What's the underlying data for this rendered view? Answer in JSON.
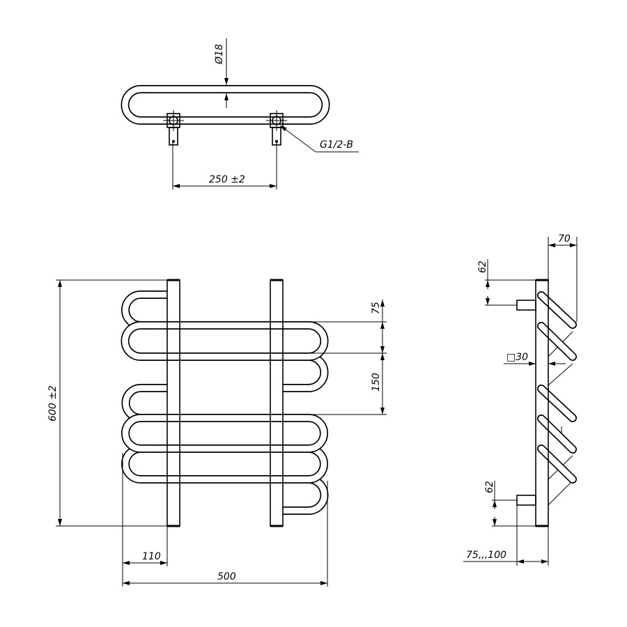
{
  "top_view": {
    "pipe_diameter": "Ø18",
    "thread": "G1/2-B",
    "connection_spacing": "250 ±2"
  },
  "front_view": {
    "height": "600 ±2",
    "pitch_small": "75",
    "pitch_large": "150",
    "offset": "110",
    "width": "500"
  },
  "side_view": {
    "depth": "70",
    "connection_top": "62",
    "connection_bottom": "62",
    "profile": "□30",
    "wall_distance": "75,,,100"
  }
}
